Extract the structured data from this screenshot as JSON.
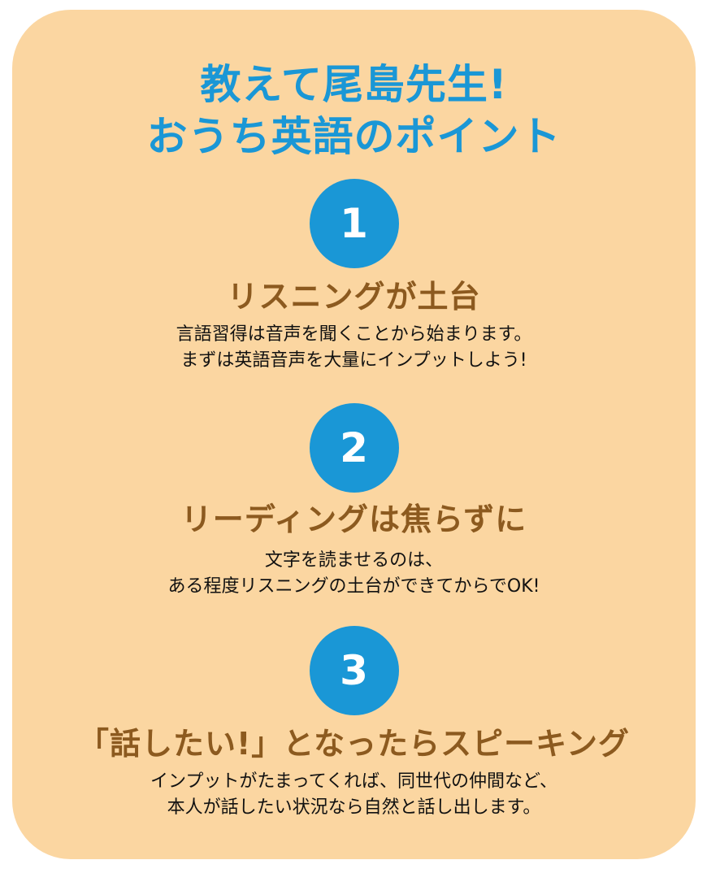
{
  "title": {
    "line1": "教えて尾島先生!",
    "line2": "おうち英語のポイント"
  },
  "colors": {
    "background": "#ffffff",
    "card": "#fbd6a1",
    "accent_blue": "#1a97d6",
    "heading_brown": "#8c5a1f",
    "body_text": "#111111"
  },
  "points": [
    {
      "number": "1",
      "heading": "リスニングが土台",
      "body_lines": [
        "言語習得は音声を聞くことから始まります。",
        "まずは英語音声を大量にインプットしよう!"
      ]
    },
    {
      "number": "2",
      "heading": "リーディングは焦らずに",
      "body_lines": [
        "文字を読ませるのは、",
        "ある程度リスニングの土台ができてからでOK!"
      ]
    },
    {
      "number": "3",
      "heading": "「話したい!」となったらスピーキング",
      "body_lines": [
        "インプットがたまってくれば、同世代の仲間など、",
        "本人が話したい状況なら自然と話し出します。"
      ]
    }
  ]
}
